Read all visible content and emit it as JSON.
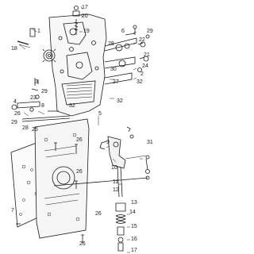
{
  "diagram": {
    "part_numbers": {
      "p1": "1",
      "p2": "2",
      "p3": "3",
      "p4": "4",
      "p5": "5",
      "p6": "6",
      "p7": "7",
      "p8": "8",
      "p9": "9",
      "p10": "10",
      "p11": "11",
      "p12": "12",
      "p13": "13",
      "p14": "14",
      "p15": "15",
      "p16": "16",
      "p17": "17",
      "p18": "18",
      "p19": "19",
      "p20": "20",
      "p21": "21",
      "p22": "22",
      "p23": "23",
      "p24": "24",
      "p25": "25",
      "p26": "26",
      "p27": "27",
      "p28": "28",
      "p29": "29",
      "p30": "30",
      "p31": "31",
      "p32": "32"
    },
    "line_color": "#1a1a1a",
    "background": "#ffffff"
  }
}
